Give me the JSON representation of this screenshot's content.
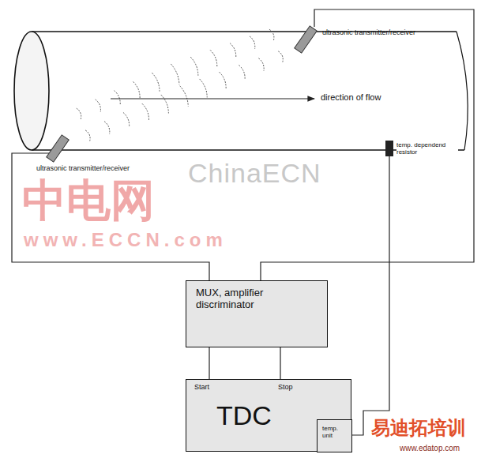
{
  "diagram": {
    "nodes": [
      {
        "text": [
          "ultrasonic transmitter/receiver"
        ]
      },
      {
        "text": [
          "ultrasonic transmitter/receiver"
        ]
      },
      {
        "text": [
          "temp. dependend resistor"
        ]
      },
      {
        "text": [
          "MUX, amplifier discriminator"
        ]
      },
      {
        "text": [
          "Start",
          "Stop",
          "TDC"
        ]
      },
      {
        "text": [
          "temp. unit"
        ],
        "in": 4
      }
    ],
    "edges": [
      {
        "from": 0,
        "to": 3,
        "arrow": "none"
      },
      {
        "from": 1,
        "to": 3,
        "arrow": "none"
      },
      {
        "from": 3,
        "to": 4,
        "arrow": "none"
      },
      {
        "from": 3,
        "to": 4,
        "arrow": "none"
      },
      {
        "from": 2,
        "to": 5,
        "arrow": "none"
      }
    ],
    "labels": [
      "direction of flow",
      "ChinaECN",
      "中电网",
      "www.ECCN.com",
      "易迪拓培训",
      "www.edatop.com"
    ]
  }
}
